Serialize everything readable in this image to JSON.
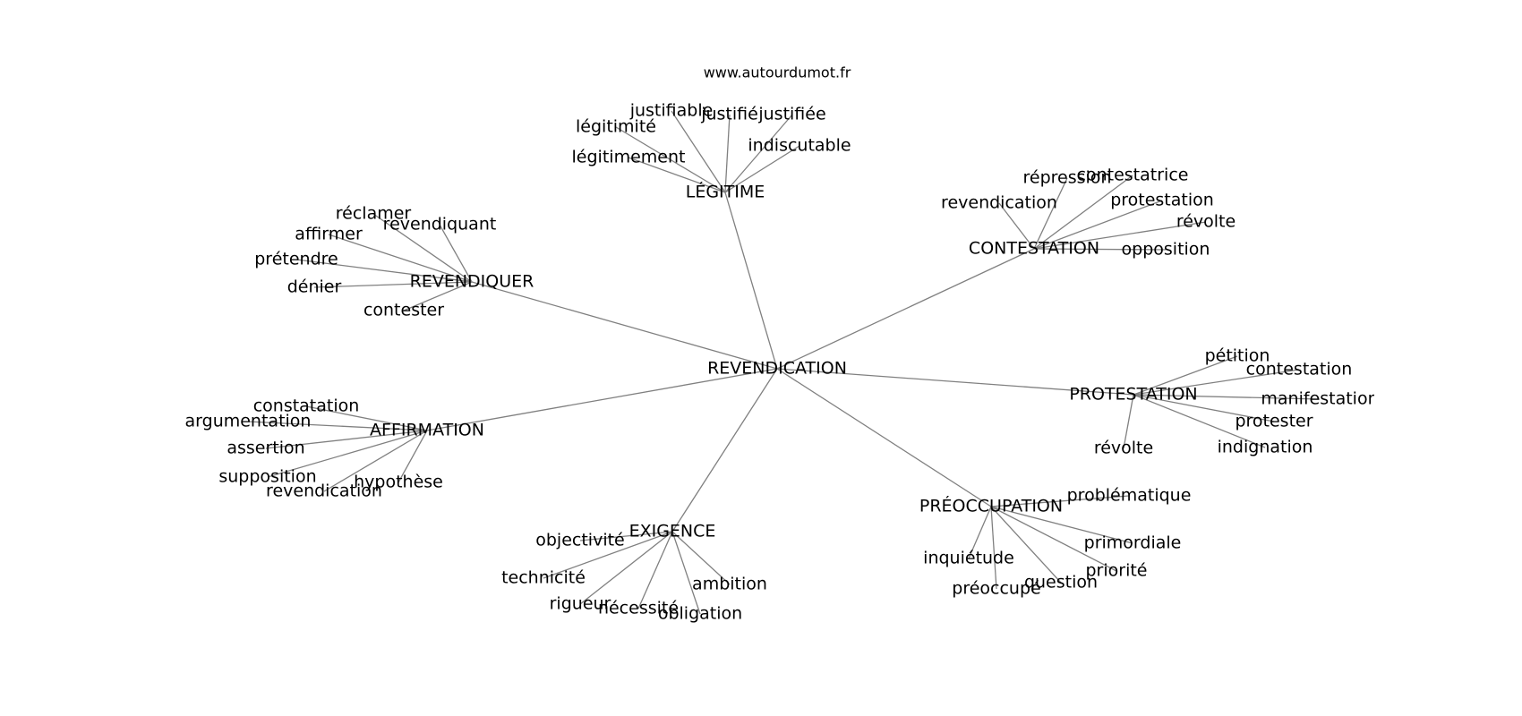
{
  "source": "www.autourdumot.fr",
  "center": "REVENDICATION",
  "clusters": [
    {
      "hub": "LÉGITIME",
      "leaves": [
        "justifiable",
        "justifié",
        "justifiée",
        "légitimité",
        "légitimement",
        "indiscutable"
      ]
    },
    {
      "hub": "CONTESTATION",
      "leaves": [
        "répression",
        "contestatrice",
        "revendication",
        "protestation",
        "révolte",
        "opposition"
      ]
    },
    {
      "hub": "REVENDIQUER",
      "leaves": [
        "réclamer",
        "affirmer",
        "revendiquant",
        "prétendre",
        "dénier",
        "contester"
      ]
    },
    {
      "hub": "PROTESTATION",
      "leaves": [
        "pétition",
        "contestation",
        "manifestation",
        "protester",
        "révolte",
        "indignation"
      ]
    },
    {
      "hub": "AFFIRMATION",
      "leaves": [
        "constatation",
        "argumentation",
        "assertion",
        "supposition",
        "hypothèse",
        "revendication"
      ]
    },
    {
      "hub": "EXIGENCE",
      "leaves": [
        "objectivité",
        "technicité",
        "rigueur",
        "nécessité",
        "obligation",
        "ambition"
      ]
    },
    {
      "hub": "PRÉOCCUPATION",
      "leaves": [
        "problématique",
        "primordiale",
        "priorité",
        "inquiétude",
        "préoccupé",
        "question"
      ]
    }
  ]
}
